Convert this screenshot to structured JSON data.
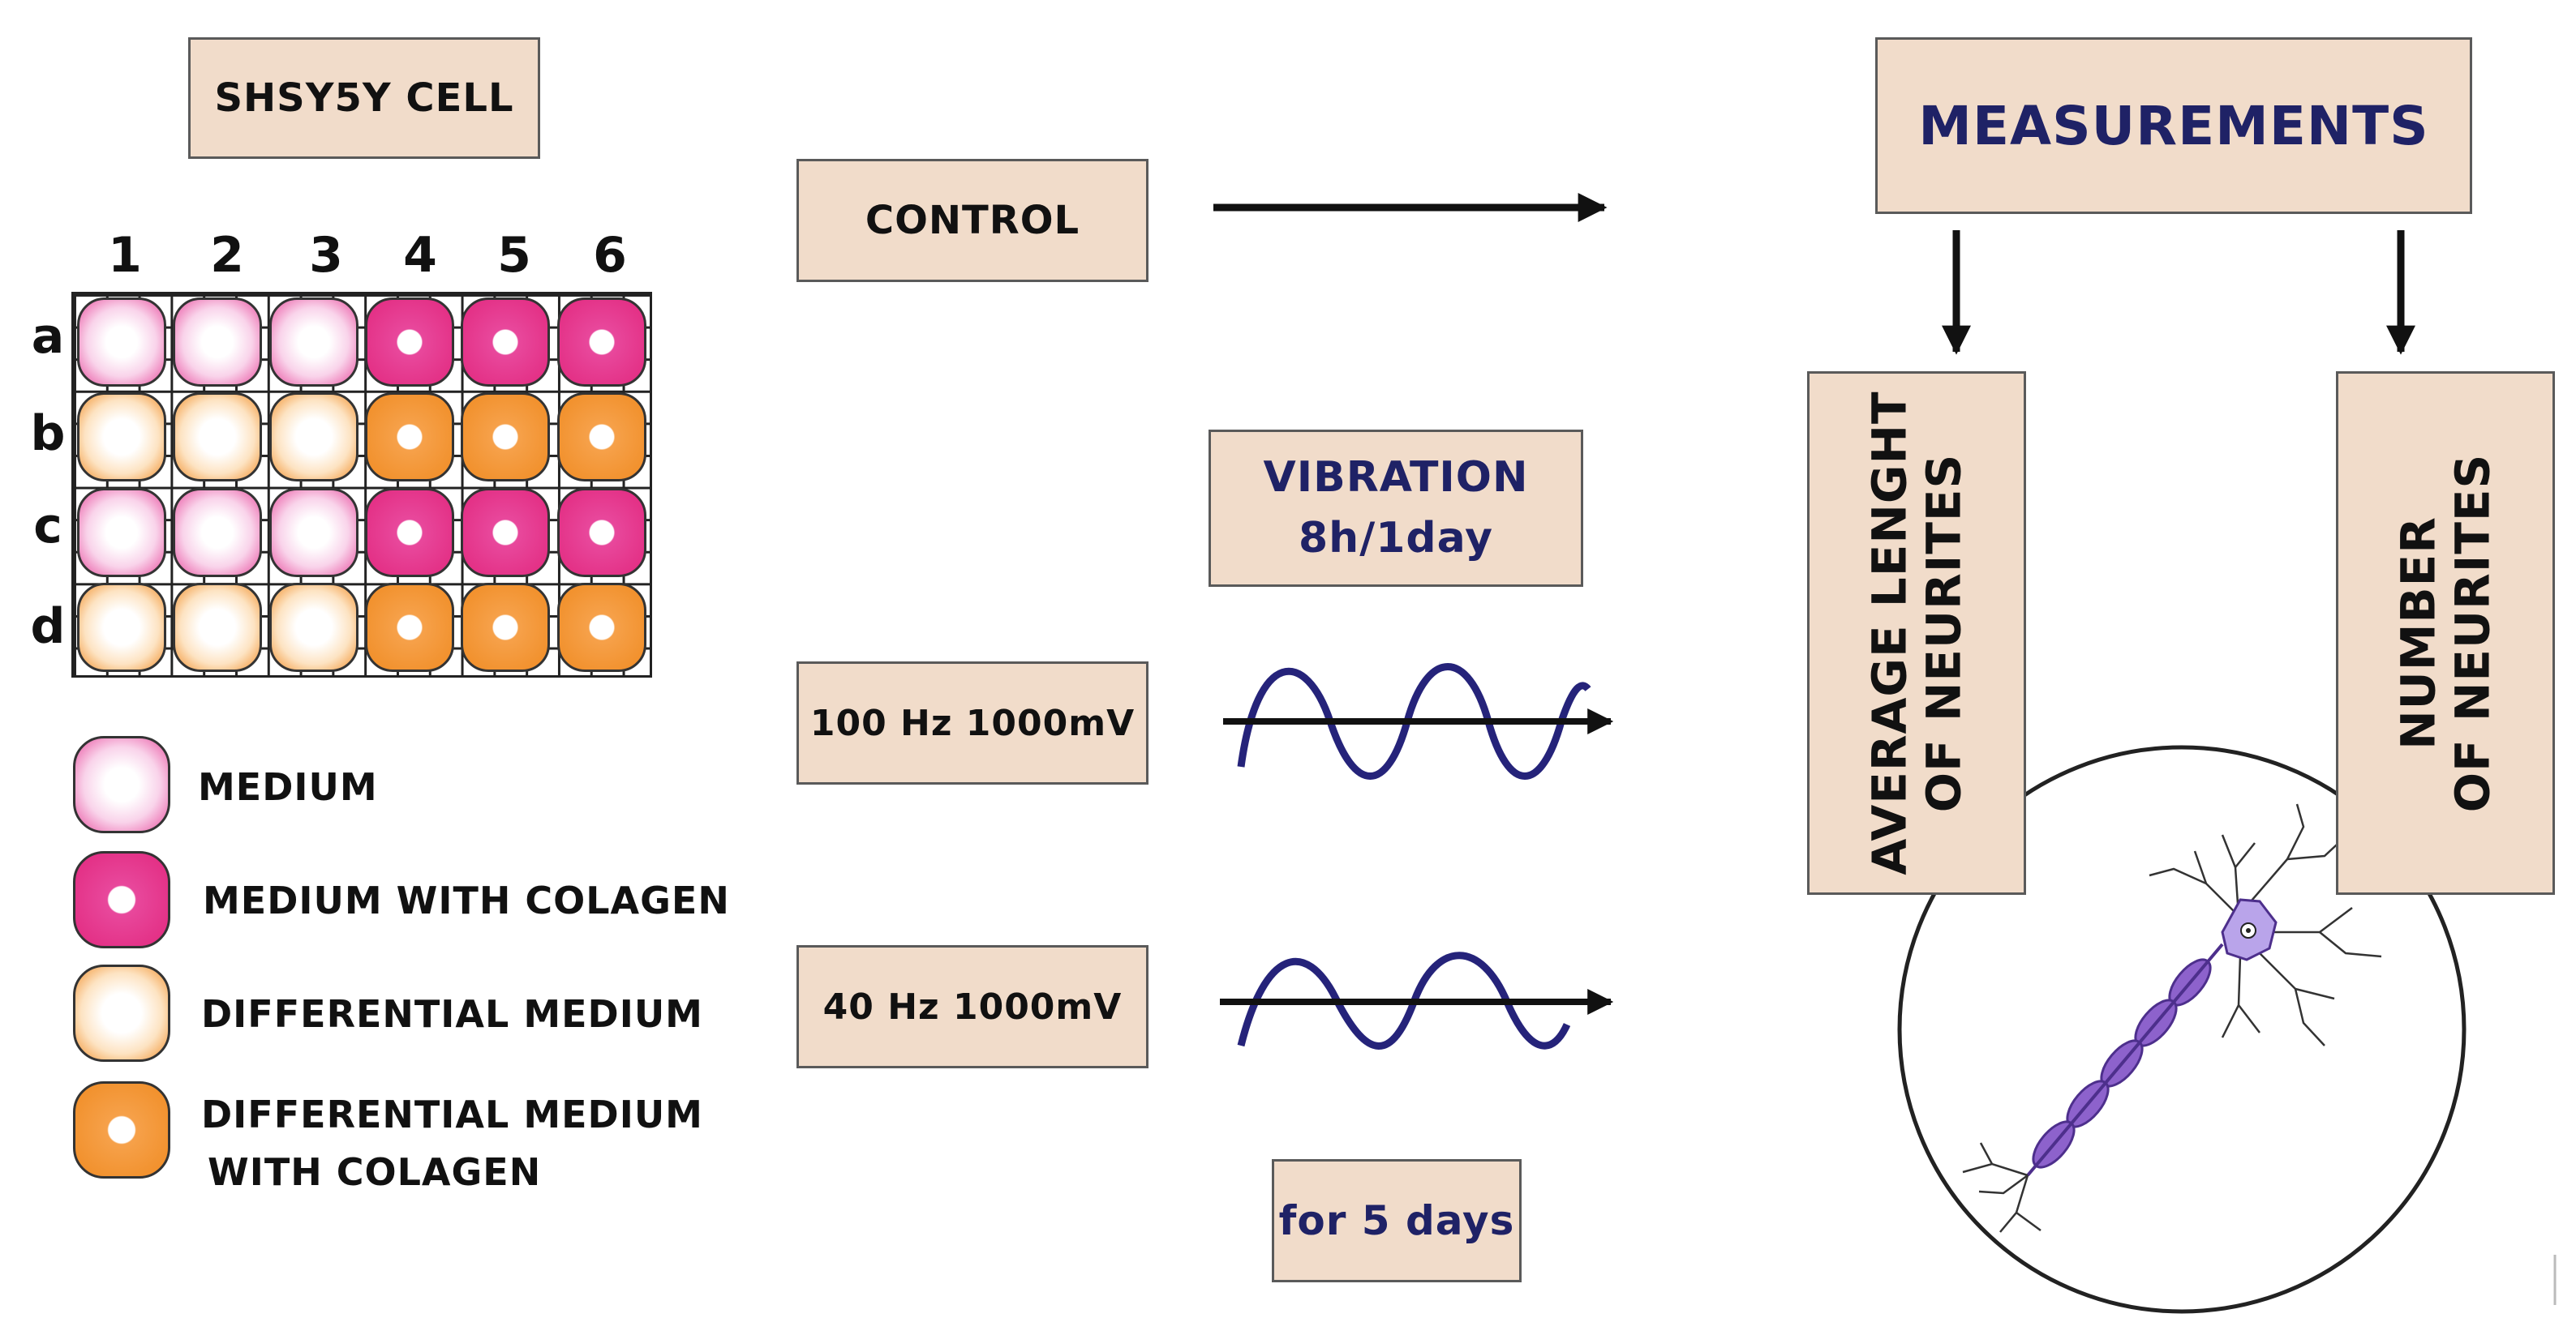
{
  "header": {
    "cell_type": "SHSY5Y CELL"
  },
  "plate": {
    "columns": [
      "1",
      "2",
      "3",
      "4",
      "5",
      "6"
    ],
    "rows": [
      "a",
      "b",
      "c",
      "d"
    ]
  },
  "legend": {
    "medium": "MEDIUM",
    "medium_with_colagen": "MEDIUM WITH COLAGEN",
    "differential_medium": "DIFFERENTIAL MEDIUM",
    "differential_medium_with_colagen_line1": "DIFFERENTIAL MEDIUM",
    "differential_medium_with_colagen_line2": "WITH COLAGEN"
  },
  "conditions": {
    "control": "CONTROL",
    "vibration_line1": "VIBRATION",
    "vibration_line2": "8h/1day",
    "freq_100": "100 Hz 1000mV",
    "freq_40": "40 Hz 1000mV",
    "duration": "for 5 days"
  },
  "measurements": {
    "title": "MEASUREMENTS",
    "avg_length_line1": "AVERAGE LENGHT",
    "avg_length_line2": "OF NEURITES",
    "number_line1": "NUMBER",
    "number_line2": "OF NEURITES"
  },
  "colors": {
    "box_fill": "#f1dcca",
    "navy_text": "#1f2266",
    "wave": "#25237a",
    "pink": "#e2297f",
    "orange": "#f08c24",
    "neuron": "#9b7fd6"
  }
}
